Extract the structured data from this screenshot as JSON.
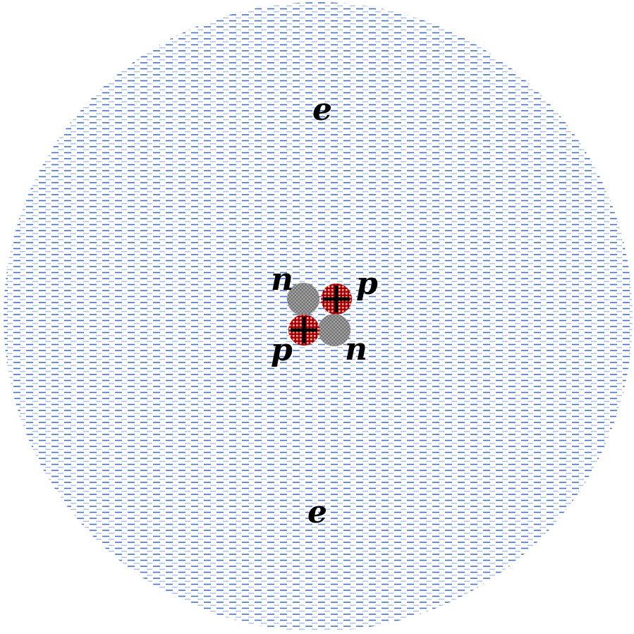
{
  "diagram": {
    "electron_label_top": "e",
    "electron_label_bottom": "e",
    "neutron_label_top": "n",
    "neutron_label_bottom": "n",
    "proton_label_top": "p",
    "proton_label_bottom": "p"
  },
  "colors": {
    "electron_cloud_dash": "#4472c4",
    "proton_fill": "#c00000",
    "neutron_fill": "#808080",
    "plus_sign": "#000000"
  }
}
